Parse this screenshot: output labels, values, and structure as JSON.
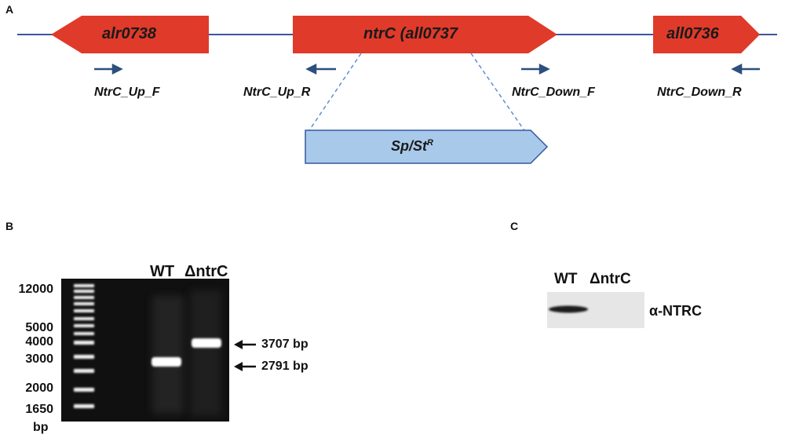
{
  "panels": {
    "a": "A",
    "b": "B",
    "c": "C"
  },
  "panelA": {
    "genes": [
      "alr0738",
      "ntrC (all0737",
      "all0736"
    ],
    "cassette_main": "Sp/St",
    "cassette_sup": "R",
    "primers": [
      "NtrC_Up_F",
      "NtrC_Up_R",
      "NtrC_Down_F",
      "NtrC_Down_R"
    ]
  },
  "panelB": {
    "lanes": [
      "WT",
      "ΔntrC"
    ],
    "ladder": [
      "12000",
      "5000",
      "4000",
      "3000",
      "2000",
      "1650"
    ],
    "unit": "bp",
    "bands": [
      "3707 bp",
      "2791 bp"
    ]
  },
  "panelC": {
    "lanes": [
      "WT",
      "ΔntrC"
    ],
    "antibody": "α-NTRC"
  },
  "colors": {
    "gene": "#e03a2a",
    "line": "#3a55a0",
    "arrow": "#2d4f7d",
    "cassette": "#a9c9ea",
    "cassette_border": "#34599d",
    "gel": "#101010"
  }
}
